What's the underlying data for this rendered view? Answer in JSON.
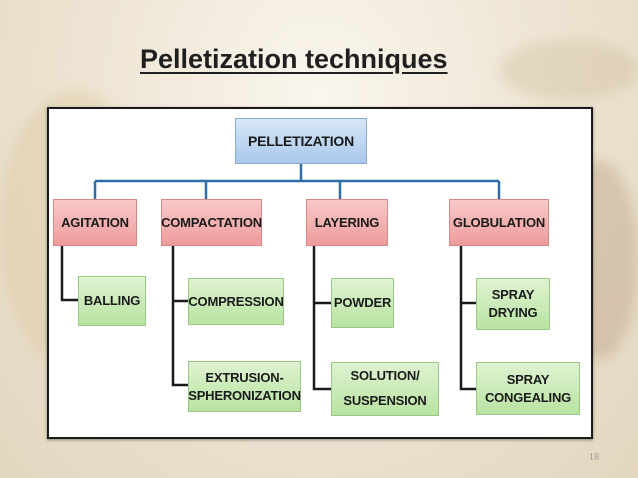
{
  "slide": {
    "title": "Pelletization techniques",
    "page_number": "18"
  },
  "diagram": {
    "root": "PELLETIZATION",
    "categories": [
      {
        "label": "AGITATION",
        "children": [
          "BALLING"
        ]
      },
      {
        "label": "COMPACTATION",
        "children": [
          "COMPRESSION",
          "EXTRUSION-\nSPHERONIZATION"
        ]
      },
      {
        "label": "LAYERING",
        "children": [
          "POWDER",
          "SOLUTION/\nSUSPENSION"
        ]
      },
      {
        "label": "GLOBULATION",
        "children": [
          "SPRAY\nDRYING",
          "SPRAY\nCONGEALING"
        ]
      }
    ]
  },
  "colors": {
    "root": "#a9c9ec",
    "category": "#ee9b9b",
    "leaf": "#b8e3a2",
    "connector": "#2e6ea6"
  }
}
